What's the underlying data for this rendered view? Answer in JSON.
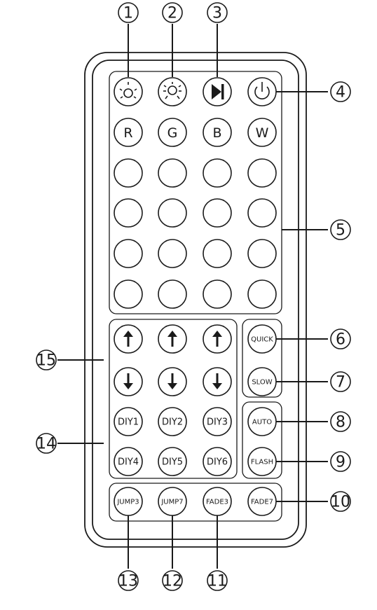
{
  "colors": {
    "ink": "#1a1a1a",
    "background": "#ffffff"
  },
  "callouts": [
    "1",
    "2",
    "3",
    "4",
    "5",
    "6",
    "7",
    "8",
    "9",
    "10",
    "11",
    "12",
    "13",
    "14",
    "15"
  ],
  "top_row": [
    {
      "name": "brightness-down-icon"
    },
    {
      "name": "brightness-up-icon"
    },
    {
      "name": "play-pause-icon"
    },
    {
      "name": "power-icon"
    }
  ],
  "rgbw": [
    "R",
    "G",
    "B",
    "W"
  ],
  "color_grid_count": 16,
  "arrows": [
    "up",
    "up",
    "up",
    "down",
    "down",
    "down"
  ],
  "speed": {
    "quick": "QUICK",
    "slow": "SLOW"
  },
  "diy": [
    "DIY1",
    "DIY2",
    "DIY3",
    "DIY4",
    "DIY5",
    "DIY6"
  ],
  "modes": {
    "auto": "AUTO",
    "flash": "FLASH"
  },
  "bottom_row": [
    "JUMP3",
    "JUMP7",
    "FADE3",
    "FADE7"
  ]
}
